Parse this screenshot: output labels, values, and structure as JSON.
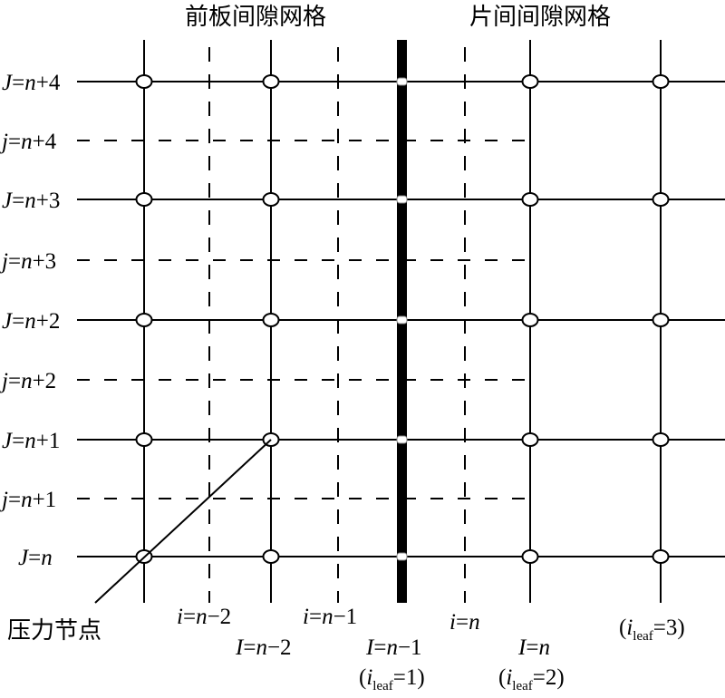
{
  "titles": {
    "front_gap_grid": "前板间隙网格",
    "inter_leaf_gap_grid": "片间间隙网格"
  },
  "row_labels": {
    "J_n4": {
      "var": "J",
      "rest": "=",
      "n": "n",
      "tail": "+4"
    },
    "j_n4": {
      "var": "j",
      "rest": "=",
      "n": "n",
      "tail": "+4"
    },
    "J_n3": {
      "var": "J",
      "rest": "=",
      "n": "n",
      "tail": "+3"
    },
    "j_n3": {
      "var": "j",
      "rest": "=",
      "n": "n",
      "tail": "+3"
    },
    "J_n2": {
      "var": "J",
      "rest": "=",
      "n": "n",
      "tail": "+2"
    },
    "j_n2": {
      "var": "j",
      "rest": "=",
      "n": "n",
      "tail": "+2"
    },
    "J_n1": {
      "var": "J",
      "rest": "=",
      "n": "n",
      "tail": "+1"
    },
    "j_n1": {
      "var": "j",
      "rest": "=",
      "n": "n",
      "tail": "+1"
    },
    "J_n": {
      "var": "J",
      "rest": "=",
      "n": "n",
      "tail": ""
    }
  },
  "column_labels": {
    "i_n2": {
      "var": "i",
      "rest": "=",
      "n": "n",
      "tail": "−2"
    },
    "I_n2": {
      "var": "I",
      "rest": "=",
      "n": "n",
      "tail": "−2"
    },
    "i_n1": {
      "var": "i",
      "rest": "=",
      "n": "n",
      "tail": "−1"
    },
    "I_n1": {
      "var": "I",
      "rest": "=",
      "n": "n",
      "tail": "−1"
    },
    "i_n": {
      "var": "i",
      "rest": "=",
      "n": "n",
      "tail": ""
    },
    "I_n": {
      "var": "I",
      "rest": "=",
      "n": "n",
      "tail": ""
    }
  },
  "leaf_labels": {
    "leaf1": {
      "open": "(",
      "var": "i",
      "sub": "leaf",
      "eq": "=1",
      "close": ")"
    },
    "leaf2": {
      "open": "(",
      "var": "i",
      "sub": "leaf",
      "eq": "=2",
      "close": ")"
    },
    "leaf3": {
      "open": "(",
      "var": "i",
      "sub": "leaf",
      "eq": "=3)",
      "close": ""
    }
  },
  "annotation": {
    "pressure_node": "压力节点"
  },
  "colors": {
    "line": "#000000",
    "background": "#ffffff",
    "node_fill": "#ffffff"
  }
}
